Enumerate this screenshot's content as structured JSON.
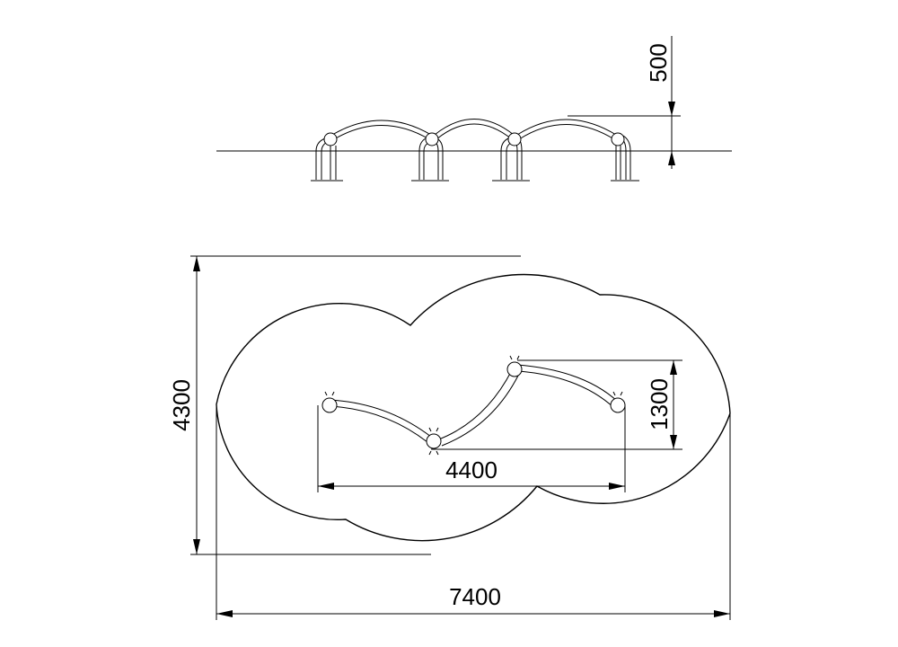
{
  "dimensions": {
    "height_clearance": "500",
    "depth": "4300",
    "offset": "1300",
    "span": "4400",
    "length": "7400"
  },
  "colors": {
    "line": "#000000",
    "background": "#ffffff"
  }
}
